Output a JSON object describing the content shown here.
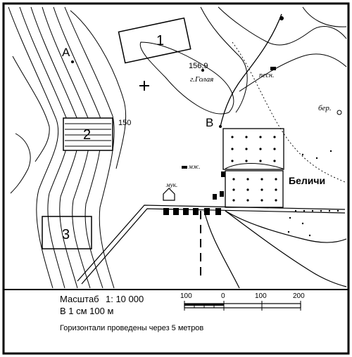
{
  "map": {
    "labels": {
      "point_a": "A",
      "point_b": "B",
      "area_1": "1",
      "area_2": "2",
      "area_3": "3",
      "elevation": "156,9",
      "hill_name": "г.Голая",
      "contour_150": "150",
      "sand_label": "пеcн.",
      "bank_label": "бер.",
      "village": "Беличи",
      "barn_label": "мж.",
      "mill_label": "мук."
    }
  },
  "legend": {
    "scale_label": "Масштаб",
    "scale_ratio": "1: 10 000",
    "scale_note": "В 1 см 100 м",
    "contour_note": "Горизонтали проведены через 5 метров",
    "scale_ticks": [
      "100",
      "0",
      "100",
      "200"
    ]
  }
}
